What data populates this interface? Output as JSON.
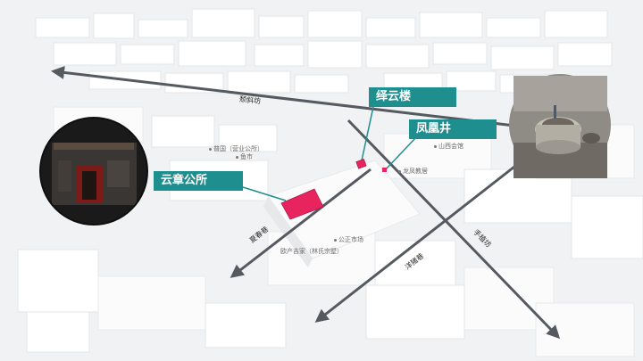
{
  "map": {
    "streets": [
      {
        "id": "hongxiefang",
        "label": "颓斜坊"
      },
      {
        "id": "xiachuanxiang",
        "label": "夏春巷"
      },
      {
        "id": "yangzhuxiang",
        "label": "洋猪巷"
      },
      {
        "id": "shouzhifang",
        "label": "手植坊"
      }
    ],
    "pois": [
      {
        "id": "pujiao",
        "label": "普国（营业公所）"
      },
      {
        "id": "yushi",
        "label": "鱼市"
      },
      {
        "id": "shanxihuiguan",
        "label": "山西会馆"
      },
      {
        "id": "longfengjiaotang",
        "label": "龙凤教居"
      },
      {
        "id": "gongchengshichang",
        "label": "公正市场"
      },
      {
        "id": "jiachanzhaijia",
        "label": "欧产吉家（林氏宗墅）"
      }
    ],
    "landmarks": [
      {
        "id": "yunzhanggongsuo",
        "label": "云章公所",
        "color": "#e8245f"
      },
      {
        "id": "yunyunlou",
        "label": "绎云楼",
        "color": "#e8245f"
      },
      {
        "id": "fenghuangjing",
        "label": "凤凰井",
        "color": "#e8245f"
      }
    ],
    "colors": {
      "callout_bg": "#1e8e8e",
      "highlight": "#e8245f",
      "route_line": "#555a60"
    },
    "photos": [
      {
        "id": "left-photo",
        "subject": "dark building doorway at night"
      },
      {
        "id": "right-photo",
        "subject": "stone well"
      }
    ]
  }
}
